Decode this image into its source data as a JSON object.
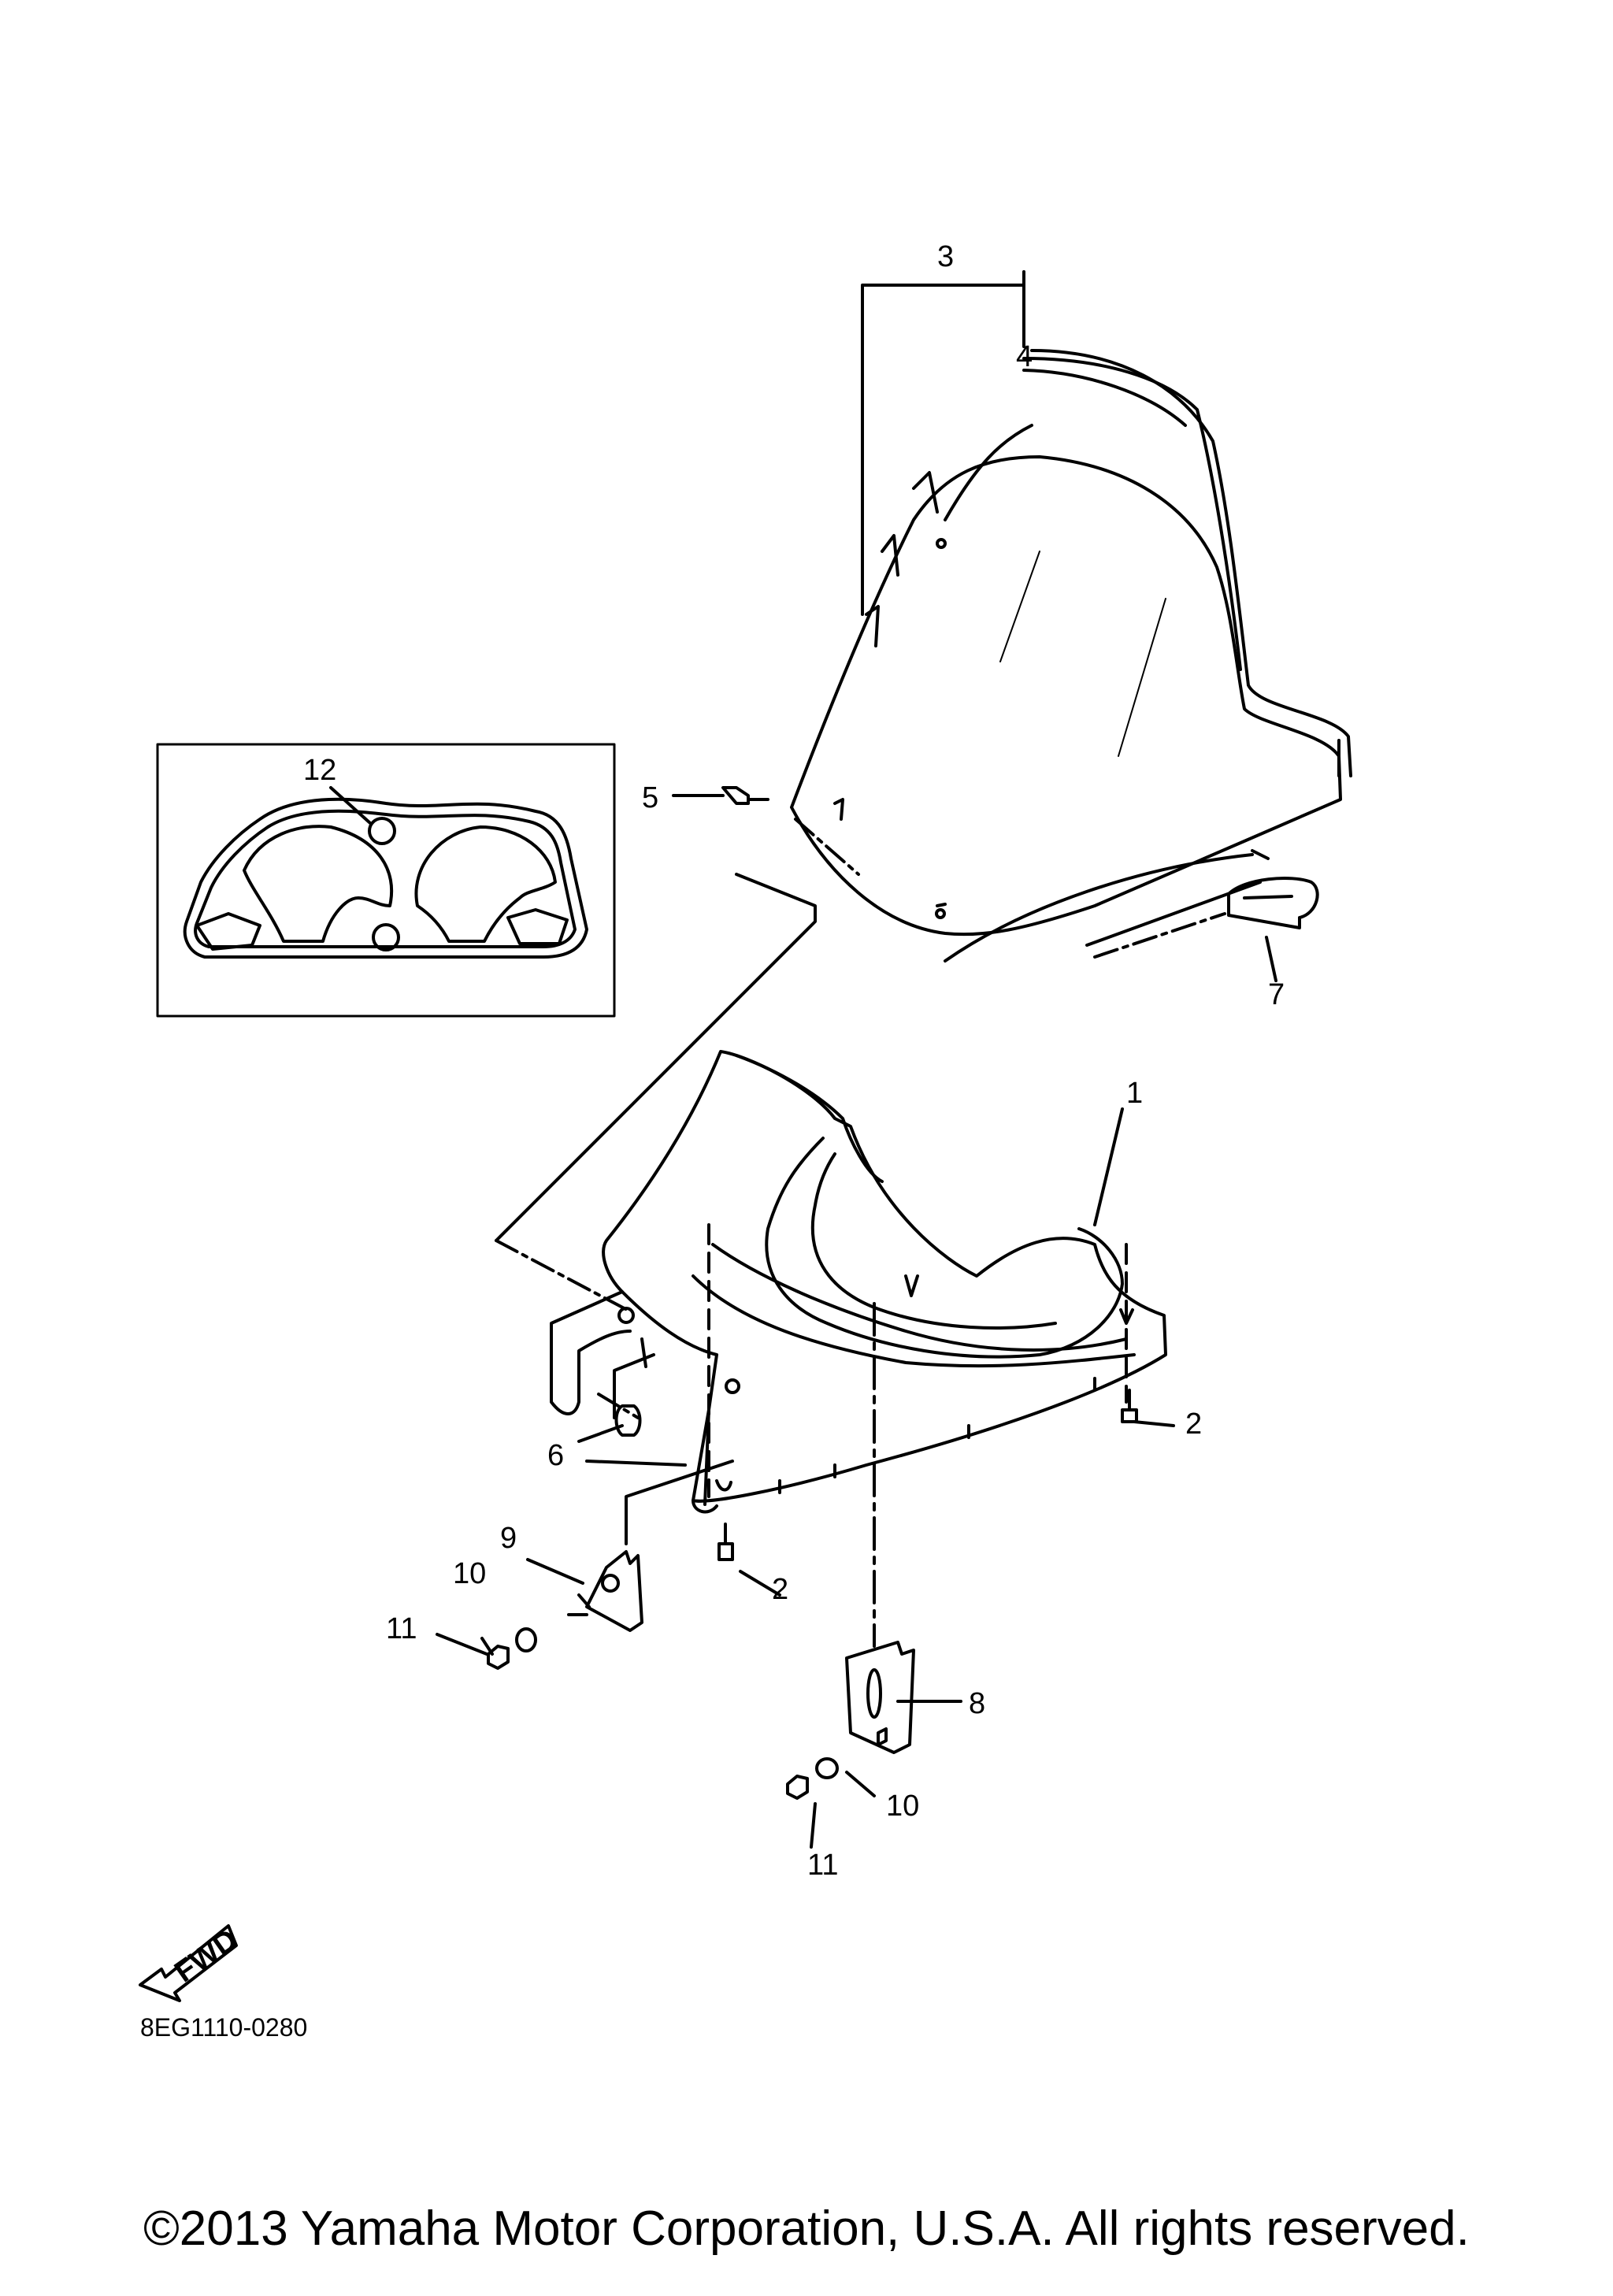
{
  "diagram": {
    "callouts": [
      {
        "id": "c3",
        "label": "3"
      },
      {
        "id": "c4",
        "label": "4"
      },
      {
        "id": "c12",
        "label": "12"
      },
      {
        "id": "c5",
        "label": "5"
      },
      {
        "id": "c7",
        "label": "7"
      },
      {
        "id": "c1",
        "label": "1"
      },
      {
        "id": "c2a",
        "label": "2"
      },
      {
        "id": "c2b",
        "label": "2"
      },
      {
        "id": "c6",
        "label": "6"
      },
      {
        "id": "c9",
        "label": "9"
      },
      {
        "id": "c10a",
        "label": "10"
      },
      {
        "id": "c11a",
        "label": "11"
      },
      {
        "id": "c8",
        "label": "8"
      },
      {
        "id": "c10b",
        "label": "10"
      },
      {
        "id": "c11b",
        "label": "11"
      }
    ],
    "fwd_label": "FWD",
    "drawing_code": "8EG1110-0280"
  },
  "footer": {
    "copyright": "©2013 Yamaha Motor Corporation, U.S.A. All rights reserved."
  }
}
